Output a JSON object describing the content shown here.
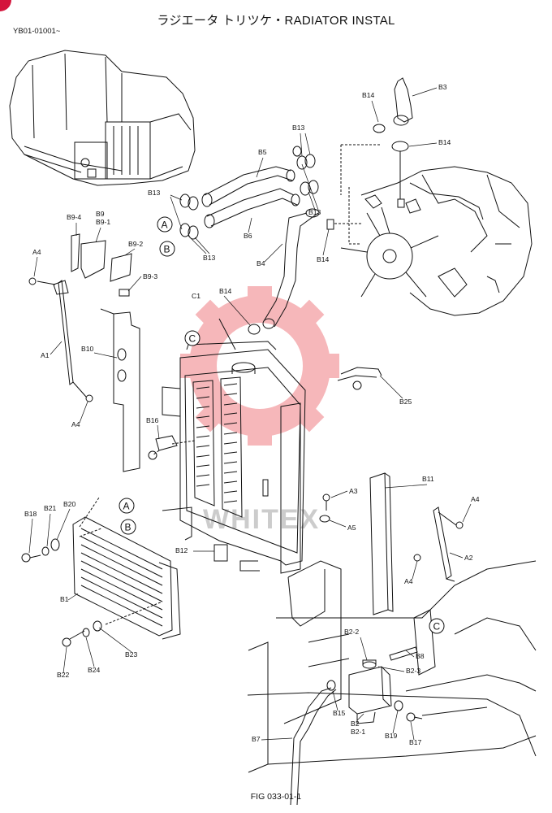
{
  "header": {
    "title": "ラジエータ トリツケ・RADIATOR INSTAL",
    "serial_range": "YB01-01001~"
  },
  "footer": {
    "figure_number": "FIG 033-01-1"
  },
  "watermark": {
    "text": "WHITEX",
    "color": "#e8343c"
  },
  "callouts": {
    "A": "A",
    "B": "B",
    "C": "C"
  },
  "parts": {
    "A1": "A1",
    "A2": "A2",
    "A3": "A3",
    "A4": "A4",
    "A5": "A5",
    "B1": "B1",
    "B2": "B2",
    "B2_1": "B2-1",
    "B2_2": "B2-2",
    "B2_3": "B2-3",
    "B3": "B3",
    "B4": "B4",
    "B5": "B5",
    "B6": "B6",
    "B7": "B7",
    "B8": "B8",
    "B9": "B9",
    "B9_1": "B9-1",
    "B9_2": "B9-2",
    "B9_3": "B9-3",
    "B9_4": "B9-4",
    "B10": "B10",
    "B11": "B11",
    "B12": "B12",
    "B13": "B13",
    "B14": "B14",
    "B15": "B15",
    "B16": "B16",
    "B17": "B17",
    "B18": "B18",
    "B19": "B19",
    "B20": "B20",
    "B21": "B21",
    "B22": "B22",
    "B23": "B23",
    "B24": "B24",
    "B25": "B25",
    "C1": "C1"
  }
}
